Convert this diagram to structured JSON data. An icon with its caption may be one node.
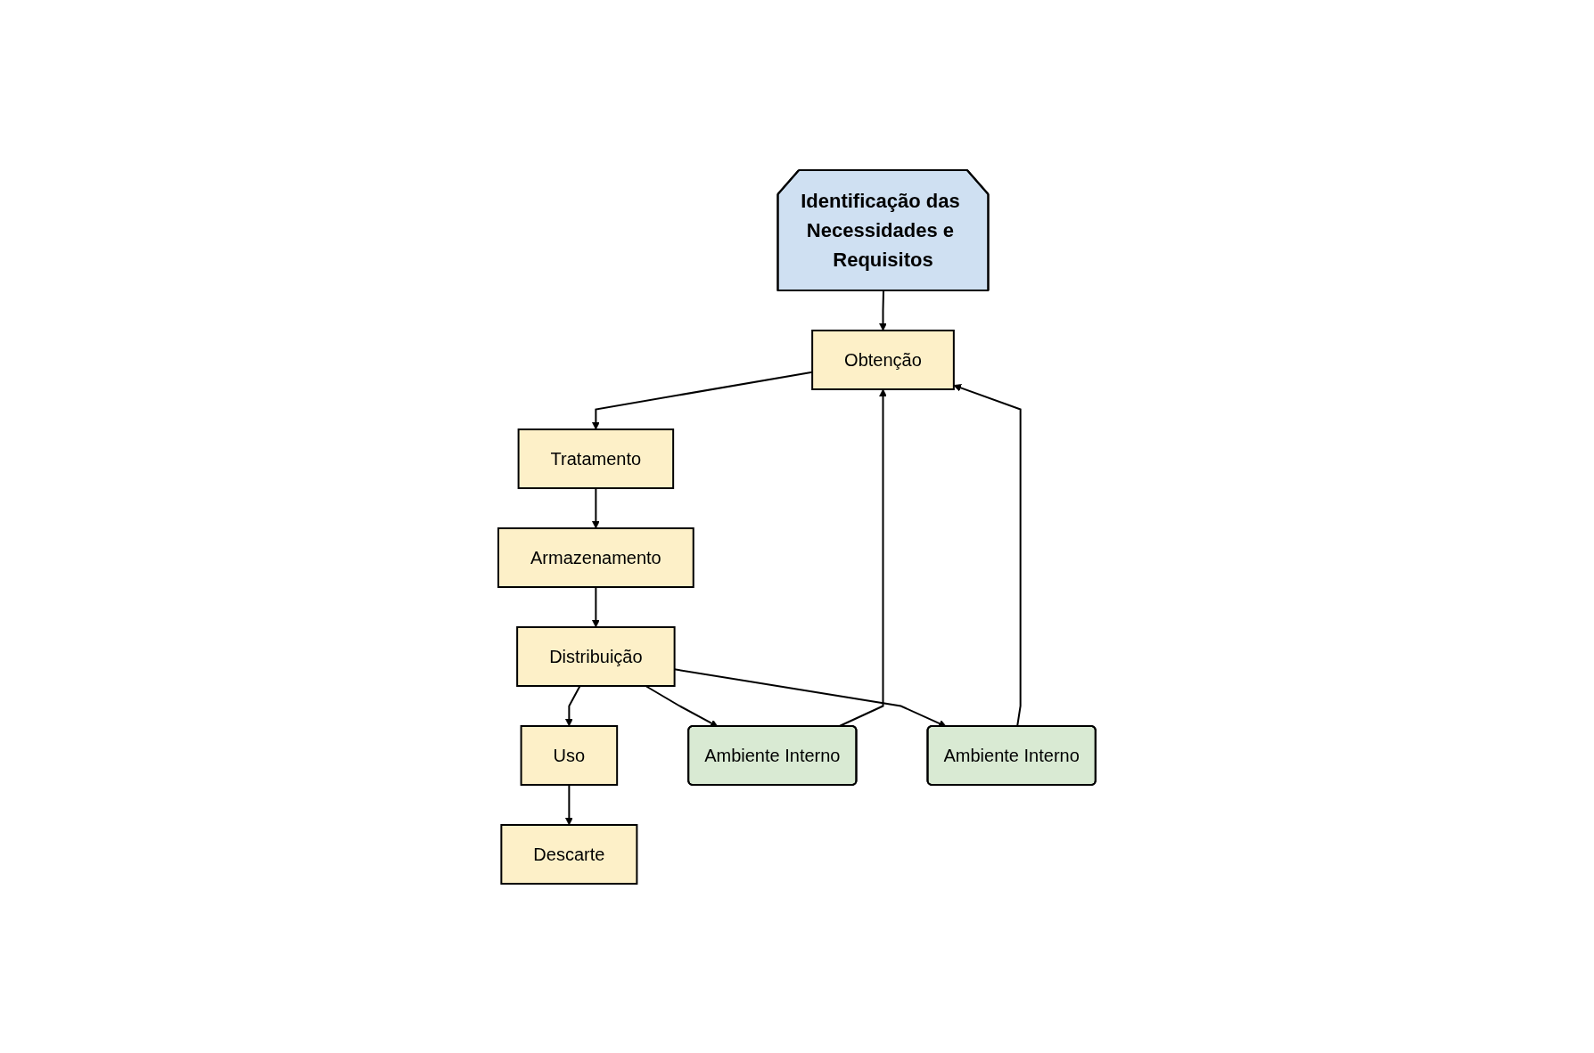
{
  "diagram": {
    "nodes": [
      {
        "text": [
          "Identificação das Necessidades e Requisitos"
        ]
      },
      {
        "text": [
          "Obtenção"
        ]
      },
      {
        "text": [
          "Tratamento"
        ]
      },
      {
        "text": [
          "Armazenamento"
        ]
      },
      {
        "text": [
          "Distribuição"
        ]
      },
      {
        "text": [
          "Uso"
        ]
      },
      {
        "text": [
          "Descarte"
        ]
      },
      {
        "text": [
          "Ambiente Interno"
        ]
      },
      {
        "text": [
          "Ambiente Interno"
        ]
      }
    ],
    "edges": [
      {
        "from": 0,
        "to": 1,
        "arrow": "to"
      },
      {
        "from": 1,
        "to": 2,
        "arrow": "to"
      },
      {
        "from": 2,
        "to": 3,
        "arrow": "to"
      },
      {
        "from": 3,
        "to": 4,
        "arrow": "to"
      },
      {
        "from": 4,
        "to": 5,
        "arrow": "to"
      },
      {
        "from": 5,
        "to": 6,
        "arrow": "to"
      },
      {
        "from": 4,
        "to": 7,
        "arrow": "to"
      },
      {
        "from": 7,
        "to": 1,
        "arrow": "to"
      },
      {
        "from": 4,
        "to": 8,
        "arrow": "to"
      },
      {
        "from": 8,
        "to": 1,
        "arrow": "to"
      }
    ]
  }
}
